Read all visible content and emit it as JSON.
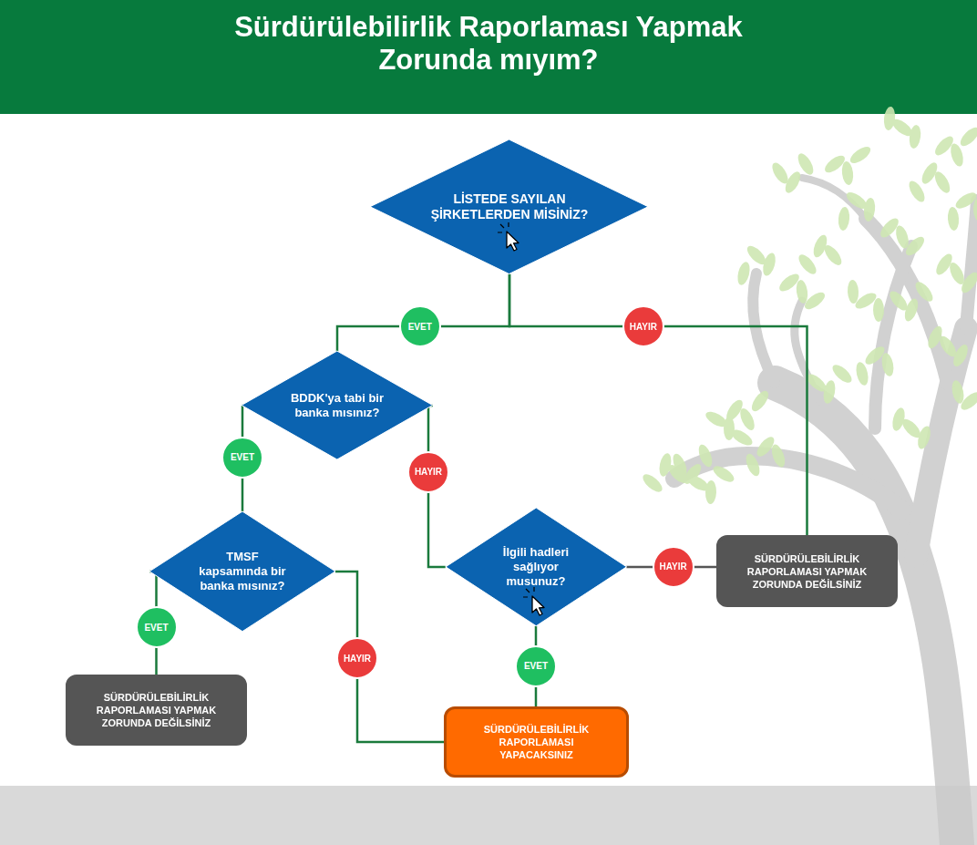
{
  "diagram": {
    "title": "Sürdürülebilirlik Raporlaması Yapmak Zorunda mıyım?",
    "nodes": [
      {
        "text": [
          "LİSTEDE SAYILAN ŞİRKETLERDEN MİSİNİZ?"
        ]
      },
      {
        "text": [
          "BDDK'ya tabi bir banka mısınız?"
        ]
      },
      {
        "text": [
          "TMSF kapsamında bir banka mısınız?"
        ]
      },
      {
        "text": [
          "İlgili hadleri sağlıyor musunuz?"
        ]
      },
      {
        "text": [
          "SÜRDÜRÜLEBİLİRLİK RAPORLAMASI YAPMAK ZORUNDA DEĞİLSİNİZ"
        ]
      },
      {
        "text": [
          "SÜRDÜRÜLEBİLİRLİK RAPORLAMASI YAPMAK ZORUNDA DEĞİLSİNİZ"
        ]
      },
      {
        "text": [
          "SÜRDÜRÜLEBİLİRLİK RAPORLAMASI YAPACAKSINIZ"
        ]
      }
    ],
    "edges": [
      {
        "from": 0,
        "to": 1,
        "label": "EVET",
        "arrow": "none"
      },
      {
        "from": 0,
        "to": 4,
        "label": "HAYIR",
        "arrow": "none"
      },
      {
        "from": 1,
        "to": 2,
        "label": "EVET",
        "arrow": "none"
      },
      {
        "from": 1,
        "to": 3,
        "label": "HAYIR",
        "arrow": "none"
      },
      {
        "from": 2,
        "to": 5,
        "label": "EVET",
        "arrow": "none"
      },
      {
        "from": 2,
        "to": 6,
        "label": "HAYIR",
        "arrow": "none"
      },
      {
        "from": 3,
        "to": 6,
        "label": "EVET",
        "arrow": "none"
      },
      {
        "from": 3,
        "to": 4,
        "label": "HAYIR",
        "arrow": "none"
      }
    ]
  }
}
